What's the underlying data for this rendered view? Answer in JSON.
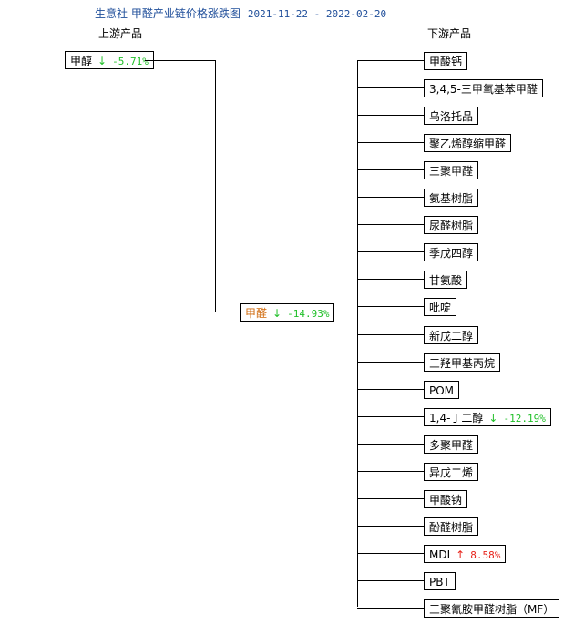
{
  "title": {
    "text": "生意社 甲醛产业链价格涨跌图",
    "dates": "2021-11-22 - 2022-02-20"
  },
  "headers": {
    "upstream": "上游产品",
    "downstream": "下游产品"
  },
  "upstream": {
    "label": "甲醇",
    "arrow": "↓",
    "change": "-5.71%",
    "direction": "down"
  },
  "center": {
    "label": "甲醛",
    "arrow": "↓",
    "change": "-14.93%",
    "direction": "down"
  },
  "downstream": [
    {
      "label": "甲酸钙"
    },
    {
      "label": "3,4,5-三甲氧基苯甲醛"
    },
    {
      "label": "乌洛托品"
    },
    {
      "label": "聚乙烯醇缩甲醛"
    },
    {
      "label": "三聚甲醛"
    },
    {
      "label": "氨基树脂"
    },
    {
      "label": "尿醛树脂"
    },
    {
      "label": "季戊四醇"
    },
    {
      "label": "甘氨酸"
    },
    {
      "label": "吡啶"
    },
    {
      "label": "新戊二醇"
    },
    {
      "label": "三羟甲基丙烷"
    },
    {
      "label": "POM"
    },
    {
      "label": "1,4-丁二醇",
      "arrow": "↓",
      "change": "-12.19%",
      "direction": "down"
    },
    {
      "label": "多聚甲醛"
    },
    {
      "label": "异戊二烯"
    },
    {
      "label": "甲酸钠"
    },
    {
      "label": "酚醛树脂"
    },
    {
      "label": "MDI",
      "arrow": "↑",
      "change": "8.58%",
      "direction": "up"
    },
    {
      "label": "PBT"
    },
    {
      "label": "三聚氰胺甲醛树脂（MF）"
    }
  ],
  "colors": {
    "title": "#1f4e9a",
    "down": "#22c02a",
    "up": "#e8241c",
    "center_label": "#d06a0c"
  }
}
